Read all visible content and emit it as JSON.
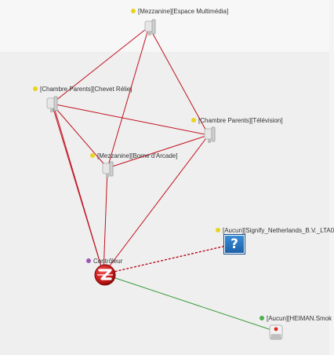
{
  "nodes": {
    "espace": {
      "label": "[Mezzanine][Espace Multimédia]",
      "status": "yellow"
    },
    "chevet": {
      "label": "[Chambre Parents][Chevet Rélie]",
      "status": "yellow"
    },
    "television": {
      "label": "[Chambre Parents][Télévision]",
      "status": "yellow"
    },
    "borne": {
      "label": "[Mezzanine][Borne d'Arcade]",
      "status": "yellow"
    },
    "signify": {
      "label": "[Aucun][Signify_Netherlands_B.V._LTA0",
      "status": "yellow"
    },
    "controleur": {
      "label": "Contrôleur",
      "status": "purple"
    },
    "heiman": {
      "label": "[Aucun][HEIMAN.Smok",
      "status": "green"
    }
  },
  "icons": {
    "plug": "plug-icon",
    "unknown": "question-mark-icon",
    "controller": "zwave-controller-icon",
    "smoke": "smoke-detector-icon"
  },
  "colors": {
    "link_weak": "#c0121f",
    "link_good": "#3a9a3a",
    "link_unknown": "#b00010",
    "dot_yellow": "#e8d31f",
    "dot_purple": "#a155b8",
    "dot_green": "#4caf50"
  }
}
